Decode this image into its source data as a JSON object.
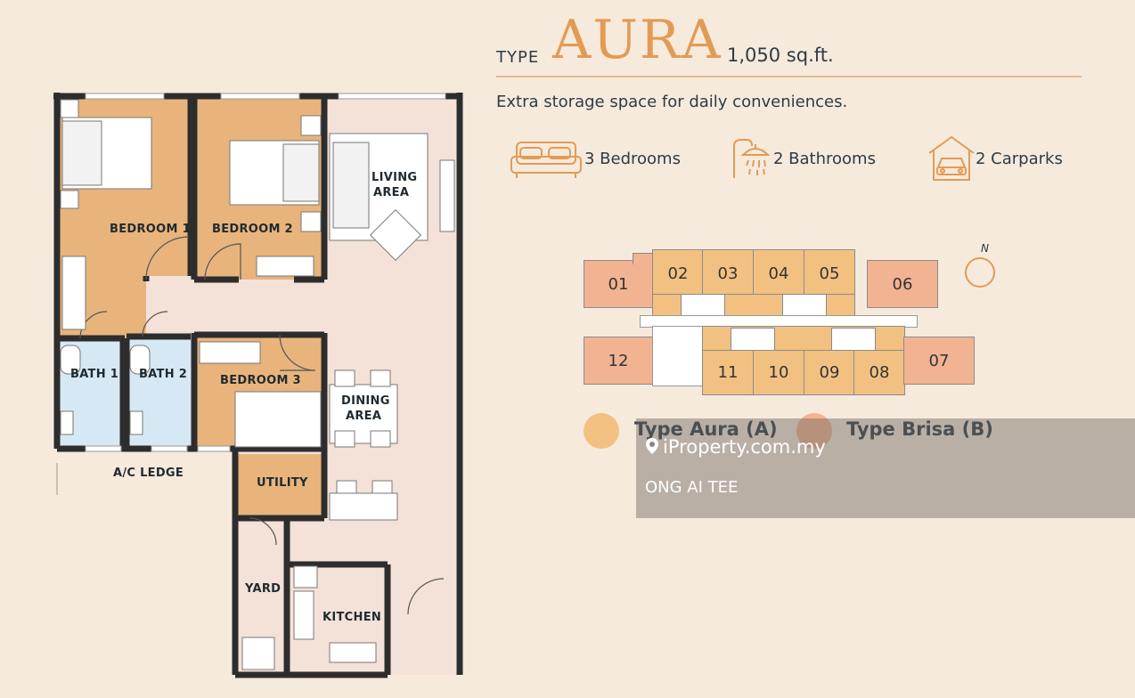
{
  "header": {
    "type_word": "TYPE",
    "type_name": "AURA",
    "size": "1,050 sq.ft.",
    "tagline": "Extra storage space for daily conveniences."
  },
  "features": [
    {
      "icon": "bed-icon",
      "label": "3 Bedrooms"
    },
    {
      "icon": "shower-icon",
      "label": "2 Bathrooms"
    },
    {
      "icon": "carpark-icon",
      "label": "2 Carparks"
    }
  ],
  "rooms": {
    "bedroom1": "BEDROOM 1",
    "bedroom2": "BEDROOM 2",
    "living_line1": "LIVING",
    "living_line2": "AREA",
    "bath1": "BATH 1",
    "bath2": "BATH 2",
    "bedroom3": "BEDROOM 3",
    "dining_line1": "DINING",
    "dining_line2": "AREA",
    "ac_ledge": "A/C LEDGE",
    "utility": "UTILITY",
    "yard": "YARD",
    "kitchen": "KITCHEN"
  },
  "key_plan": {
    "units": [
      "01",
      "02",
      "03",
      "04",
      "05",
      "06",
      "07",
      "08",
      "09",
      "10",
      "11",
      "12"
    ],
    "north": "N"
  },
  "legend": [
    {
      "label": "Type Aura (A)",
      "color": "#f2c181"
    },
    {
      "label": "Type Brisa (B)",
      "color": "#f2b393"
    }
  ],
  "watermark": {
    "brand": "iProperty.com.my",
    "agent": "ONG AI TEE"
  },
  "colors": {
    "accent": "#e39b54",
    "bedroom_fill": "#e8b47c",
    "bath_fill": "#d5e7f2",
    "wall": "#2d2d2d",
    "floor": "#f3dfd6"
  }
}
